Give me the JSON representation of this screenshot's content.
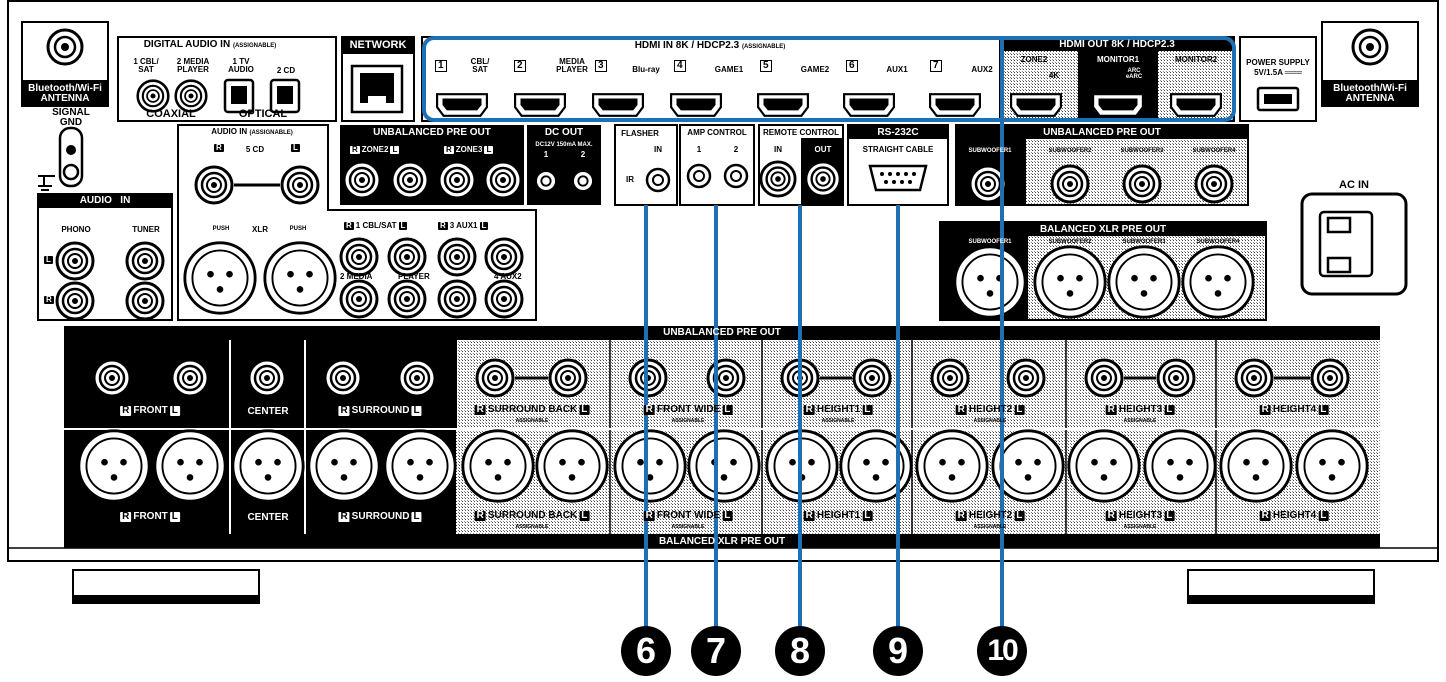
{
  "top": {
    "bt_left": "Bluetooth/Wi-Fi\nANTENNA",
    "bt_right": "Bluetooth/Wi-Fi\nANTENNA",
    "digital_audio_in": "DIGITAL AUDIO IN",
    "assignable_small": "(ASSIGNABLE)",
    "coax1": "1 CBL/\nSAT",
    "coax2": "2 MEDIA\nPLAYER",
    "opt1": "1 TV\nAUDIO",
    "opt2": "2 CD",
    "coaxial": "COAXIAL",
    "optical": "OPTICAL",
    "network": "NETWORK",
    "hdmi_in": "HDMI IN 8K / HDCP2.3",
    "hdmi_in_inputs": [
      {
        "num": "1",
        "label": "CBL/\nSAT"
      },
      {
        "num": "2",
        "label": "MEDIA\nPLAYER"
      },
      {
        "num": "3",
        "label": "Blu-ray"
      },
      {
        "num": "4",
        "label": "GAME1"
      },
      {
        "num": "5",
        "label": "GAME2"
      },
      {
        "num": "6",
        "label": "AUX1"
      },
      {
        "num": "7",
        "label": "AUX2"
      }
    ],
    "hdmi_out": "HDMI OUT 8K / HDCP2.3",
    "zone2": "ZONE2",
    "fourk": "4K",
    "monitor1": "MONITOR1",
    "arc": "ARC\neARC",
    "monitor2": "MONITOR2",
    "power_supply": "POWER SUPPLY\n5V/1.5A ═══"
  },
  "middle": {
    "signal_gnd": "SIGNAL\nGND",
    "audio_in_assignable": "AUDIO IN",
    "cd5": "5 CD",
    "push": "PUSH",
    "xlr": "XLR",
    "unbalanced_pre_out_small": "UNBALANCED PRE OUT",
    "zone2": "ZONE2",
    "zone3": "ZONE3",
    "dc_out": "DC OUT",
    "dc_spec": "DC12V 150mA MAX.",
    "dc1": "1",
    "dc2": "2",
    "flasher": "FLASHER",
    "flasher_in": "IN",
    "ir": "IR",
    "amp_control": "AMP CONTROL",
    "amp1": "1",
    "amp2": "2",
    "remote_control": "REMOTE CONTROL",
    "rc_in": "IN",
    "rc_out": "OUT",
    "rs232c": "RS-232C",
    "straight_cable": "STRAIGHT CABLE",
    "unbalanced_pre_out_sub": "UNBALANCED PRE OUT",
    "subwoofers": [
      "SUBWOOFER1",
      "SUBWOOFER2",
      "SUBWOOFER3",
      "SUBWOOFER4"
    ],
    "cbl_sat": "1 CBL/SAT",
    "aux1": "3 AUX1",
    "media": "2 MEDIA",
    "player": "PLAYER",
    "aux2": "4 AUX2",
    "audio": "AUDIO",
    "in": "IN",
    "phono": "PHONO",
    "tuner": "TUNER",
    "balanced_xlr_pre_out": "BALANCED XLR PRE OUT",
    "ac_in": "AC IN",
    "r": "R",
    "l": "L"
  },
  "bottom": {
    "unbalanced_title": "UNBALANCED PRE OUT",
    "balanced_title": "BALANCED XLR PRE OUT",
    "front": "FRONT",
    "center": "CENTER",
    "surround": "SURROUND",
    "surround_back": "SURROUND BACK",
    "front_wide": "FRONT WIDE",
    "height1": "HEIGHT1",
    "height2": "HEIGHT2",
    "height3": "HEIGHT3",
    "height4": "HEIGHT4",
    "assignable": "ASSIGNABLE"
  },
  "callouts": [
    "6",
    "7",
    "8",
    "9",
    "10"
  ]
}
